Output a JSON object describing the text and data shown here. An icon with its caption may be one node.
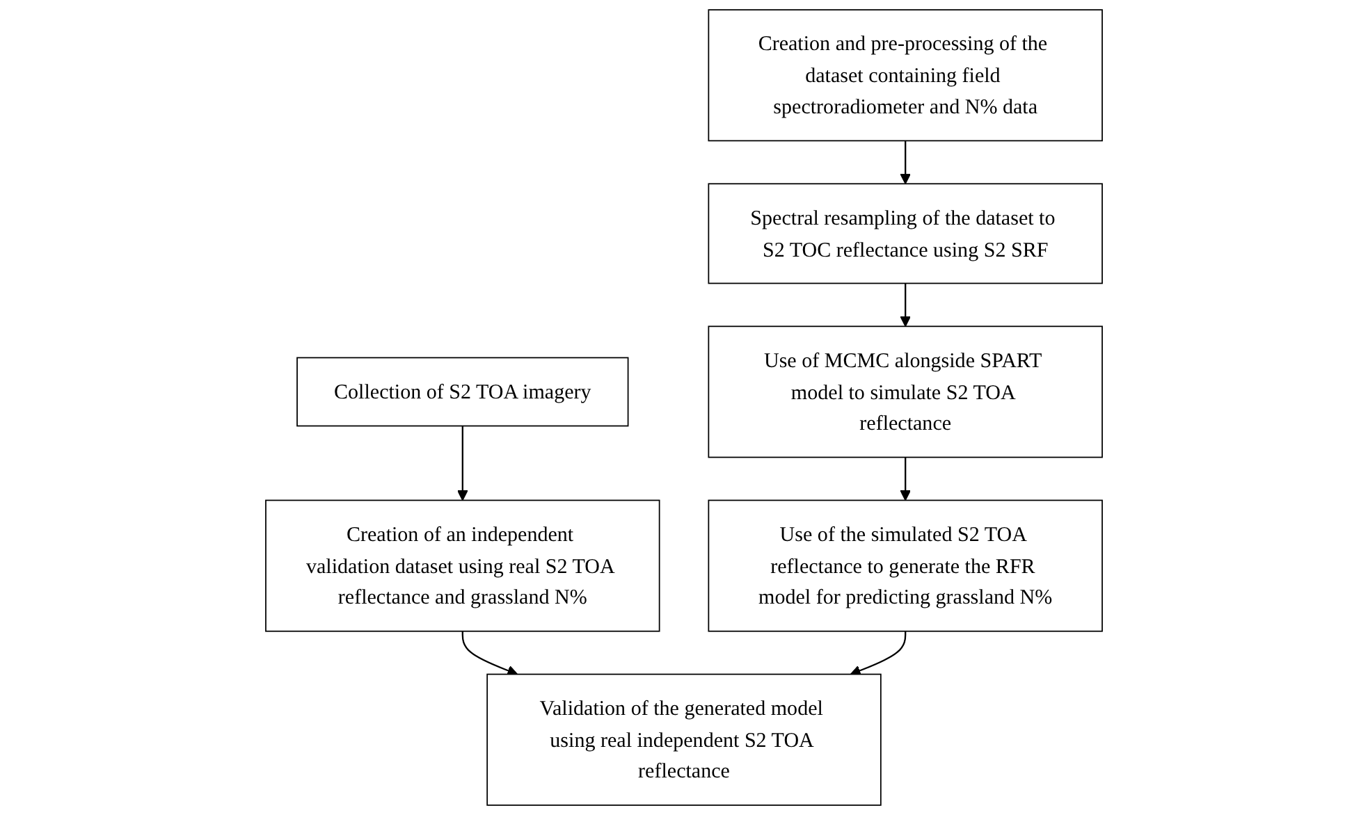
{
  "diagram": {
    "nodes": [
      {
        "text": [
          "Creation and pre-processing of the dataset containing field spectroradiometer and N% data"
        ]
      },
      {
        "text": [
          "Spectral resampling of the dataset to S2 TOC reflectance using S2 SRF"
        ]
      },
      {
        "text": [
          "Use of MCMC alongside SPART model to simulate S2 TOA reflectance"
        ]
      },
      {
        "text": [
          "Use of the simulated S2 TOA reflectance to generate the RFR model for predicting grassland N%"
        ]
      },
      {
        "text": [
          "Collection of S2 TOA imagery"
        ]
      },
      {
        "text": [
          "Creation of an independent validation dataset using real S2 TOA reflectance and grassland N%"
        ]
      },
      {
        "text": [
          "Validation of the generated model using real independent S2 TOA reflectance"
        ]
      }
    ],
    "edges": [
      {
        "from": 0,
        "to": 1,
        "arrow": "to"
      },
      {
        "from": 1,
        "to": 2,
        "arrow": "to"
      },
      {
        "from": 2,
        "to": 3,
        "arrow": "to"
      },
      {
        "from": 4,
        "to": 5,
        "arrow": "to"
      },
      {
        "from": 5,
        "to": 6,
        "arrow": "to"
      },
      {
        "from": 3,
        "to": 6,
        "arrow": "to"
      }
    ]
  }
}
